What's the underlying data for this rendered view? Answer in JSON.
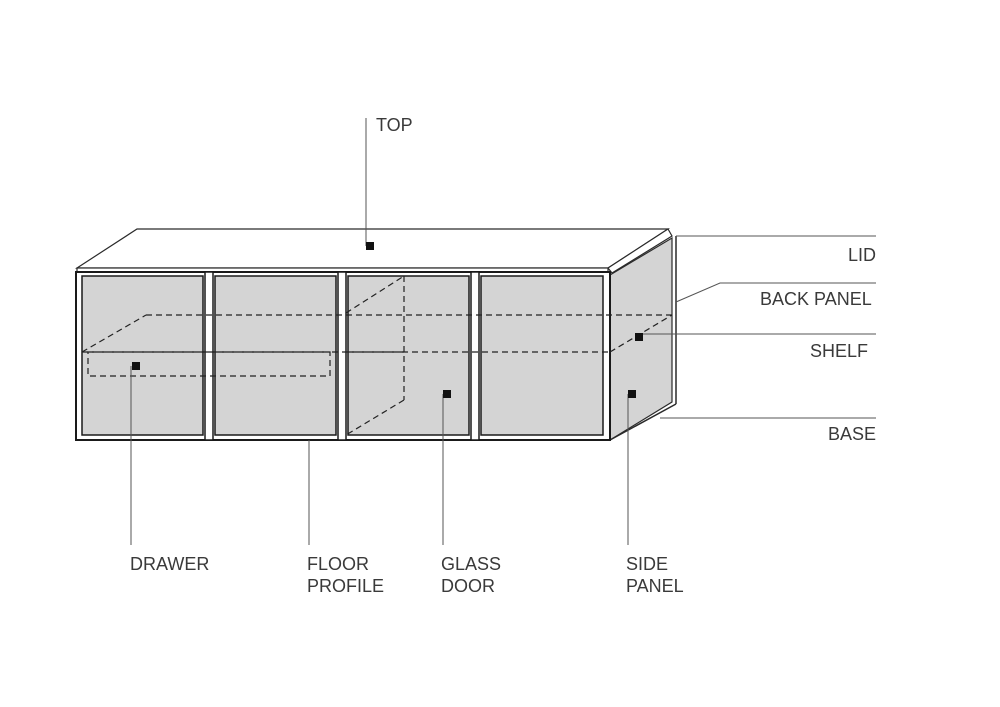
{
  "labels": {
    "top": "TOP",
    "lid": "LID",
    "back_panel": "BACK PANEL",
    "shelf": "SHELF",
    "base": "BASE",
    "drawer": "DRAWER",
    "floor_profile": [
      "FLOOR",
      "PROFILE"
    ],
    "glass_door": [
      "GLASS",
      "DOOR"
    ],
    "side_panel": [
      "SIDE",
      "PANEL"
    ]
  },
  "colors": {
    "panel_fill": "#d4d4d4",
    "outline": "#2a2a2a",
    "leader": "#555555",
    "marker": "#111111"
  }
}
